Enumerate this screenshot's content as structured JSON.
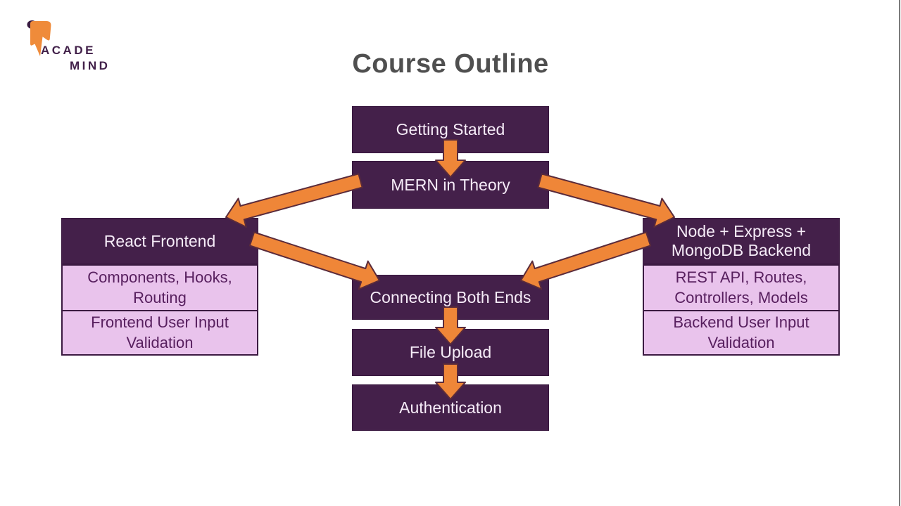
{
  "title": "Course Outline",
  "logo": {
    "text_top": "ACADE",
    "text_bottom": "MIND"
  },
  "colors": {
    "box_dark_purple": "#44204a",
    "box_light_purple": "#e9c3ec",
    "text_on_dark": "#f6ecf8",
    "text_on_light": "#571f5e",
    "arrow_orange": "#ef8638",
    "arrow_outline": "#5a2b3b",
    "title_gray": "#4f4f4f",
    "logo_purple": "#42214a",
    "logo_orange": "#ef8b3a"
  },
  "diagram": {
    "nodes": {
      "getting_started": {
        "label": "Getting Started",
        "style": "dark"
      },
      "mern_in_theory": {
        "label": "MERN in Theory",
        "style": "dark"
      },
      "react_frontend": {
        "label": "React Frontend",
        "style": "dark"
      },
      "react_sub_1": {
        "label": "Components, Hooks, Routing",
        "style": "light"
      },
      "react_sub_2": {
        "label": "Frontend User Input Validation",
        "style": "light"
      },
      "node_backend": {
        "label": "Node + Express + MongoDB Backend",
        "style": "dark"
      },
      "node_sub_1": {
        "label": "REST API, Routes, Controllers, Models",
        "style": "light"
      },
      "node_sub_2": {
        "label": "Backend User Input Validation",
        "style": "light"
      },
      "connecting_both_ends": {
        "label": "Connecting Both Ends",
        "style": "dark"
      },
      "file_upload": {
        "label": "File Upload",
        "style": "dark"
      },
      "authentication": {
        "label": "Authentication",
        "style": "dark"
      }
    },
    "edges": [
      {
        "from": "getting_started",
        "to": "mern_in_theory"
      },
      {
        "from": "mern_in_theory",
        "to": "react_frontend"
      },
      {
        "from": "mern_in_theory",
        "to": "node_backend"
      },
      {
        "from": "react_frontend",
        "to": "connecting_both_ends"
      },
      {
        "from": "node_backend",
        "to": "connecting_both_ends"
      },
      {
        "from": "connecting_both_ends",
        "to": "file_upload"
      },
      {
        "from": "file_upload",
        "to": "authentication"
      }
    ]
  }
}
